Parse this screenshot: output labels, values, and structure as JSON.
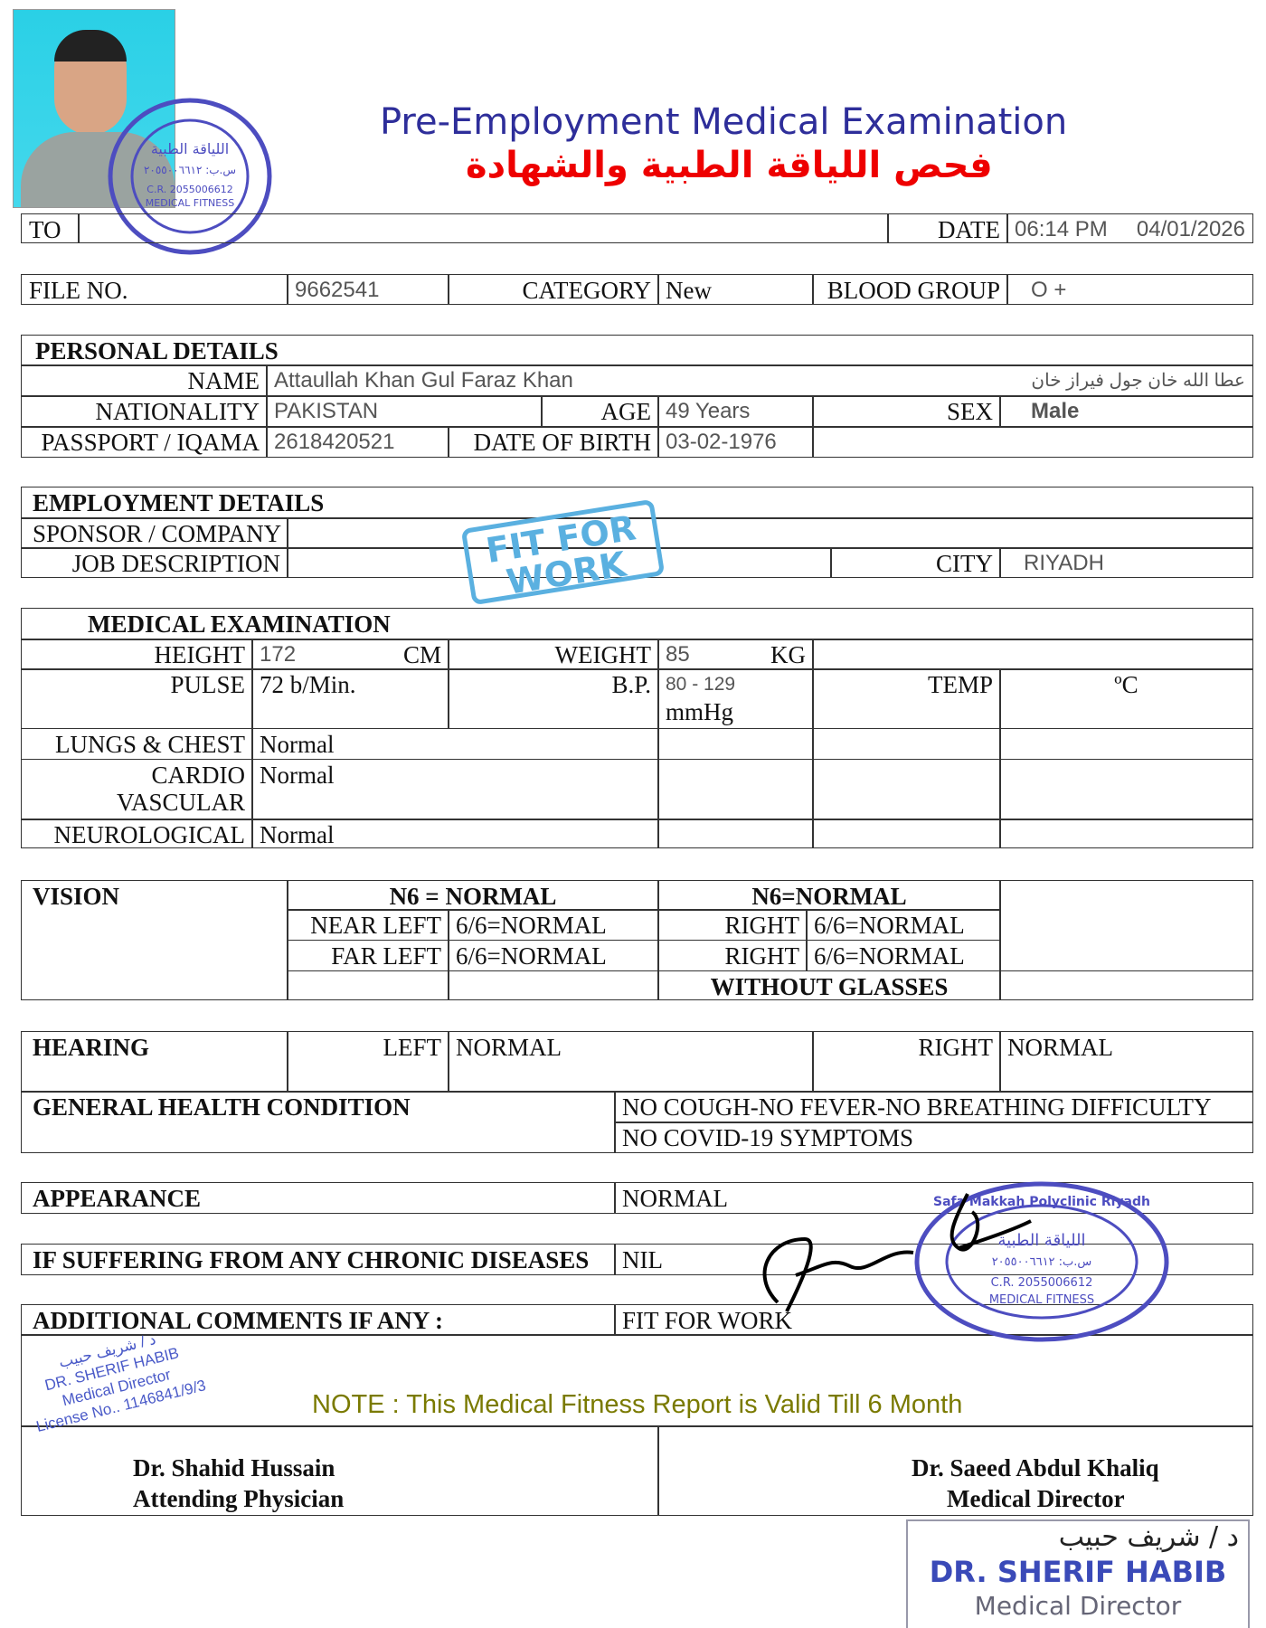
{
  "header": {
    "title": "Pre-Employment Medical Examination",
    "title_ar": "فحص اللياقة الطبية والشهادة"
  },
  "to_row": {
    "to_label": "TO",
    "to_value": "",
    "date_label": "DATE",
    "time": "06:14 PM",
    "date": "04/01/2026"
  },
  "file_row": {
    "file_label": "FILE NO.",
    "file_value": "9662541",
    "category_label": "CATEGORY",
    "category_value": "New",
    "blood_label": "BLOOD GROUP",
    "blood_value": "O +"
  },
  "personal": {
    "heading": "PERSONAL DETAILS",
    "name_label": "NAME",
    "name_value": "Attaullah Khan Gul Faraz Khan",
    "name_ar": "عطا الله خان جول فيراز خان",
    "nationality_label": "NATIONALITY",
    "nationality_value": "PAKISTAN",
    "age_label": "AGE",
    "age_value": "49 Years",
    "sex_label": "SEX",
    "sex_value": "Male",
    "passport_label": "PASSPORT / IQAMA",
    "passport_value": "2618420521",
    "dob_label": "DATE OF BIRTH",
    "dob_value": "03-02-1976"
  },
  "employment": {
    "heading": "EMPLOYMENT DETAILS",
    "sponsor_label": "SPONSOR / COMPANY",
    "sponsor_value": "",
    "job_label": "JOB DESCRIPTION",
    "job_value": "",
    "city_label": "CITY",
    "city_value": "RIYADH",
    "stamp": "FIT FOR WORK"
  },
  "medical": {
    "heading": "MEDICAL EXAMINATION",
    "height_label": "HEIGHT",
    "height_value": "172",
    "height_unit": "CM",
    "weight_label": "WEIGHT",
    "weight_value": "85",
    "weight_unit": "KG",
    "pulse_label": "PULSE",
    "pulse_value": "72 b/Min.",
    "bp_label": "B.P.",
    "bp_value": "80 - 129",
    "bp_unit": "mmHg",
    "temp_label": "TEMP",
    "temp_unit": "ºC",
    "lungs_label": "LUNGS & CHEST",
    "lungs_value": "Normal",
    "cardio_label_1": "CARDIO",
    "cardio_label_2": "VASCULAR",
    "cardio_value": "Normal",
    "neuro_label": "NEUROLOGICAL",
    "neuro_value": "Normal"
  },
  "vision": {
    "heading": "VISION",
    "left_head": "N6 = NORMAL",
    "right_head": "N6=NORMAL",
    "near_left_label": "NEAR LEFT",
    "near_left_value": "6/6=NORMAL",
    "near_right_label": "RIGHT",
    "near_right_value": "6/6=NORMAL",
    "far_left_label": "FAR LEFT",
    "far_left_value": "6/6=NORMAL",
    "far_right_label": "RIGHT",
    "far_right_value": "6/6=NORMAL",
    "glasses": "WITHOUT GLASSES"
  },
  "hearing": {
    "heading": "HEARING",
    "left_label": "LEFT",
    "left_value": "NORMAL",
    "right_label": "RIGHT",
    "right_value": "NORMAL"
  },
  "general": {
    "heading": "GENERAL HEALTH CONDITION",
    "line1": "NO COUGH-NO FEVER-NO BREATHING DIFFICULTY",
    "line2": "NO COVID-19 SYMPTOMS"
  },
  "appearance": {
    "label": "APPEARANCE",
    "value": "NORMAL"
  },
  "chronic": {
    "label": "IF SUFFERING FROM ANY CHRONIC DISEASES",
    "value": "NIL"
  },
  "comments": {
    "label": "ADDITIONAL COMMENTS IF ANY :",
    "value": "FIT FOR WORK",
    "note": "NOTE : This Medical Fitness Report is Valid Till 6 Month"
  },
  "signatures": {
    "left_name": "Dr. Shahid Hussain",
    "left_role": "Attending Physician",
    "right_name": "Dr. Saeed Abdul Khaliq",
    "right_role": "Medical Director"
  },
  "stamps": {
    "clinic_ar": "اللياقة الطبية",
    "po_box": "س.ب: ٢٠٥٥٠٠٦٦١٢",
    "cr": "C.R. 2055006612",
    "fitness": "MEDICAL FITNESS",
    "clinic_ring": "Safa Makkah Polyclinic Riyadh",
    "doctor_ar": "د / شريف حبيب",
    "doctor": "DR. SHERIF HABIB",
    "doctor_role": "Medical Director",
    "license": "License No.. 1146841/9/3"
  }
}
